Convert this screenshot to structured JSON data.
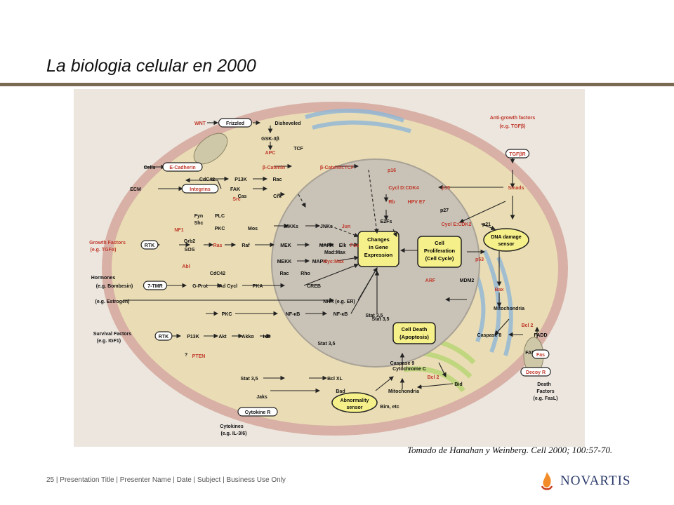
{
  "slide": {
    "title": "La biologia celular en  2000",
    "citation": "Tomado de Hanahan y Weinberg. Cell 2000; 100:57-70.",
    "footer": "25 | Presentation Title | Presenter Name | Date | Subject | Business Use Only",
    "logo_text": "NOVARTIS"
  },
  "colors": {
    "rule": "#7a6a52",
    "cell_outer": "#d8b0a5",
    "cytoplasm": "#eaddb5",
    "nucleus": "#c9c2b6",
    "er_blue": "#8fb7d8",
    "golgi_green": "#bcd67a",
    "red_label": "#c0392b",
    "yellow_box": "#f5f08a"
  },
  "diagram": {
    "nodes": [
      {
        "id": "wnt",
        "text": "WNT",
        "style": "red"
      },
      {
        "id": "frizzled",
        "text": "Frizzled",
        "style": "pill"
      },
      {
        "id": "dishev",
        "text": "Disheveled",
        "style": "plain"
      },
      {
        "id": "gsk",
        "text": "GSK-3β",
        "style": "plain"
      },
      {
        "id": "apc",
        "text": "APC",
        "style": "red"
      },
      {
        "id": "tcf",
        "text": "TCF",
        "style": "plain"
      },
      {
        "id": "cells",
        "text": "Cells",
        "style": "plain"
      },
      {
        "id": "ecad",
        "text": "E-Cadherin",
        "style": "redpill"
      },
      {
        "id": "bcat",
        "text": "β-Catenin",
        "style": "red"
      },
      {
        "id": "bcattcf",
        "text": "β-Catenin:TCF",
        "style": "red"
      },
      {
        "id": "ecm",
        "text": "ECM",
        "style": "plain"
      },
      {
        "id": "integrins",
        "text": "Integrins",
        "style": "redpill"
      },
      {
        "id": "cdc42a",
        "text": "CdC42",
        "style": "plain"
      },
      {
        "id": "p13ka",
        "text": "P13K",
        "style": "plain"
      },
      {
        "id": "raca",
        "text": "Rac",
        "style": "plain"
      },
      {
        "id": "fak",
        "text": "FAK",
        "style": "plain"
      },
      {
        "id": "src",
        "text": "Src",
        "style": "red"
      },
      {
        "id": "cas",
        "text": "Cas",
        "style": "plain"
      },
      {
        "id": "crk",
        "text": "Crk",
        "style": "plain"
      },
      {
        "id": "fyn",
        "text": "Fyn",
        "style": "plain"
      },
      {
        "id": "shc",
        "text": "Shc",
        "style": "plain"
      },
      {
        "id": "nf1",
        "text": "NF1",
        "style": "red"
      },
      {
        "id": "plc",
        "text": "PLC",
        "style": "plain"
      },
      {
        "id": "pkca",
        "text": "PKC",
        "style": "plain"
      },
      {
        "id": "mos",
        "text": "Mos",
        "style": "plain"
      },
      {
        "id": "mkks",
        "text": "MKKs",
        "style": "plain"
      },
      {
        "id": "jnks",
        "text": "JNKs",
        "style": "plain"
      },
      {
        "id": "jun",
        "text": "Jun",
        "style": "red"
      },
      {
        "id": "gf",
        "text": "Growth Factors",
        "style": "red"
      },
      {
        "id": "gf2",
        "text": "(e.g. TGFα)",
        "style": "red"
      },
      {
        "id": "rtk1",
        "text": "RTK",
        "style": "pill"
      },
      {
        "id": "grb2",
        "text": "Grb2",
        "style": "plain"
      },
      {
        "id": "sos",
        "text": "SOS",
        "style": "plain"
      },
      {
        "id": "ras",
        "text": "Ras",
        "style": "red"
      },
      {
        "id": "raf",
        "text": "Raf",
        "style": "plain"
      },
      {
        "id": "mek",
        "text": "MEK",
        "style": "plain"
      },
      {
        "id": "mapk1",
        "text": "MAPK",
        "style": "plain"
      },
      {
        "id": "mapk2",
        "text": "MAPK",
        "style": "plain"
      },
      {
        "id": "elk",
        "text": "Elk",
        "style": "plain"
      },
      {
        "id": "fos",
        "text": "Fos",
        "style": "red"
      },
      {
        "id": "madmax",
        "text": "Mad:Max",
        "style": "plain"
      },
      {
        "id": "mekk",
        "text": "MEKK",
        "style": "plain"
      },
      {
        "id": "mycmax",
        "text": "Myc:Max",
        "style": "red"
      },
      {
        "id": "abl",
        "text": "Abl",
        "style": "red"
      },
      {
        "id": "cdc42b",
        "text": "CdC42",
        "style": "plain"
      },
      {
        "id": "racb",
        "text": "Rac",
        "style": "plain"
      },
      {
        "id": "rho",
        "text": "Rho",
        "style": "plain"
      },
      {
        "id": "hormones",
        "text": "Hormones",
        "style": "plain"
      },
      {
        "id": "bomb",
        "text": "(e.g. Bombesin)",
        "style": "plain"
      },
      {
        "id": "tmr",
        "text": "7-TMR",
        "style": "pill"
      },
      {
        "id": "gprot",
        "text": "G-Prot",
        "style": "plain"
      },
      {
        "id": "adcyc",
        "text": "Ad Cycl",
        "style": "plain"
      },
      {
        "id": "pka",
        "text": "PKA",
        "style": "plain"
      },
      {
        "id": "creb",
        "text": "CREB",
        "style": "plain"
      },
      {
        "id": "estro",
        "text": "(e.g. Estrogen)",
        "style": "plain"
      },
      {
        "id": "nhr",
        "text": "NHR (e.g. ER)",
        "style": "plain"
      },
      {
        "id": "pkcb",
        "text": "PKC",
        "style": "plain"
      },
      {
        "id": "nfkb1",
        "text": "NF-κB",
        "style": "plain"
      },
      {
        "id": "nfkb2",
        "text": "NF-κB",
        "style": "plain"
      },
      {
        "id": "surv",
        "text": "Survival Factors",
        "style": "plain"
      },
      {
        "id": "igf",
        "text": "(e.g. IGF1)",
        "style": "plain"
      },
      {
        "id": "rtk2",
        "text": "RTK",
        "style": "pill"
      },
      {
        "id": "p13kb",
        "text": "P13K",
        "style": "plain"
      },
      {
        "id": "akt",
        "text": "Akt",
        "style": "plain"
      },
      {
        "id": "ikk",
        "text": "Akkα",
        "style": "plain"
      },
      {
        "id": "ikb",
        "text": "IκB",
        "style": "plain"
      },
      {
        "id": "q",
        "text": "?",
        "style": "plain"
      },
      {
        "id": "pten",
        "text": "PTEN",
        "style": "red"
      },
      {
        "id": "stat35a",
        "text": "Stat 3,5",
        "style": "plain"
      },
      {
        "id": "stat35b",
        "text": "Stat 3,5",
        "style": "plain"
      },
      {
        "id": "stat35c",
        "text": "Stat 3,5",
        "style": "plain"
      },
      {
        "id": "bclxl",
        "text": "Bcl XL",
        "style": "plain"
      },
      {
        "id": "bad",
        "text": "Bad",
        "style": "plain"
      },
      {
        "id": "jaks",
        "text": "Jaks",
        "style": "plain"
      },
      {
        "id": "cytr",
        "text": "Cytokine R",
        "style": "pill"
      },
      {
        "id": "cyto",
        "text": "Cytokines",
        "style": "plain"
      },
      {
        "id": "il3",
        "text": "(e.g. IL-3/6)",
        "style": "plain"
      },
      {
        "id": "abn1",
        "text": "Abnormality",
        "style": "plain"
      },
      {
        "id": "abn2",
        "text": "sensor",
        "style": "plain"
      },
      {
        "id": "bim",
        "text": "Bim, etc",
        "style": "plain"
      },
      {
        "id": "mito1",
        "text": "Mitochondria",
        "style": "plain"
      },
      {
        "id": "mito2",
        "text": "Mitochondria",
        "style": "plain"
      },
      {
        "id": "cytc",
        "text": "Cytochrome C",
        "style": "plain"
      },
      {
        "id": "casp9",
        "text": "Caspase 9",
        "style": "plain"
      },
      {
        "id": "bcl2a",
        "text": "Bcl 2",
        "style": "red"
      },
      {
        "id": "bcl2b",
        "text": "Bcl 2",
        "style": "red"
      },
      {
        "id": "bid",
        "text": "Bid",
        "style": "plain"
      },
      {
        "id": "casp8",
        "text": "Caspase 8",
        "style": "plain"
      },
      {
        "id": "fadd",
        "text": "FADD",
        "style": "plain"
      },
      {
        "id": "fap",
        "text": "FAP",
        "style": "plain"
      },
      {
        "id": "fas",
        "text": "Fas",
        "style": "redpill"
      },
      {
        "id": "decoy",
        "text": "Decoy R",
        "style": "redpill"
      },
      {
        "id": "df1",
        "text": "Death",
        "style": "plain"
      },
      {
        "id": "df2",
        "text": "Factors",
        "style": "plain"
      },
      {
        "id": "df3",
        "text": "(e.g. FasL)",
        "style": "plain"
      },
      {
        "id": "bax",
        "text": "Bax",
        "style": "red"
      },
      {
        "id": "p53",
        "text": "p53",
        "style": "red"
      },
      {
        "id": "arf",
        "text": "ARF",
        "style": "red"
      },
      {
        "id": "mdm2",
        "text": "MDM2",
        "style": "plain"
      },
      {
        "id": "p21",
        "text": "p21",
        "style": "plain"
      },
      {
        "id": "cycle",
        "text": "Cycl E:CDK2",
        "style": "red"
      },
      {
        "id": "p27",
        "text": "p27",
        "style": "plain"
      },
      {
        "id": "p16",
        "text": "p16",
        "style": "red"
      },
      {
        "id": "cycld",
        "text": "Cycl D:CDK4",
        "style": "red"
      },
      {
        "id": "p15",
        "text": "p15",
        "style": "red"
      },
      {
        "id": "rb",
        "text": "Rb",
        "style": "red"
      },
      {
        "id": "hpv",
        "text": "HPV E7",
        "style": "red"
      },
      {
        "id": "e2fs",
        "text": "E2Fs",
        "style": "plain"
      },
      {
        "id": "smads",
        "text": "Smads",
        "style": "red"
      },
      {
        "id": "tgfbr",
        "text": "TGFβR",
        "style": "redpill"
      },
      {
        "id": "agf1",
        "text": "Anti-growth factors",
        "style": "red"
      },
      {
        "id": "agf2",
        "text": "(e.g. TGFβ)",
        "style": "red"
      },
      {
        "id": "stat35d",
        "text": "Stat 3,5",
        "style": "plain"
      }
    ],
    "boxes": {
      "changes": [
        "Changes",
        "in Gene",
        "Expression"
      ],
      "prolif": [
        "Cell",
        "Proliferation",
        "(Cell Cycle)"
      ],
      "death": [
        "Cell Death",
        "(Apoptosis)"
      ],
      "dna": [
        "DNA damage",
        "sensor"
      ]
    }
  }
}
